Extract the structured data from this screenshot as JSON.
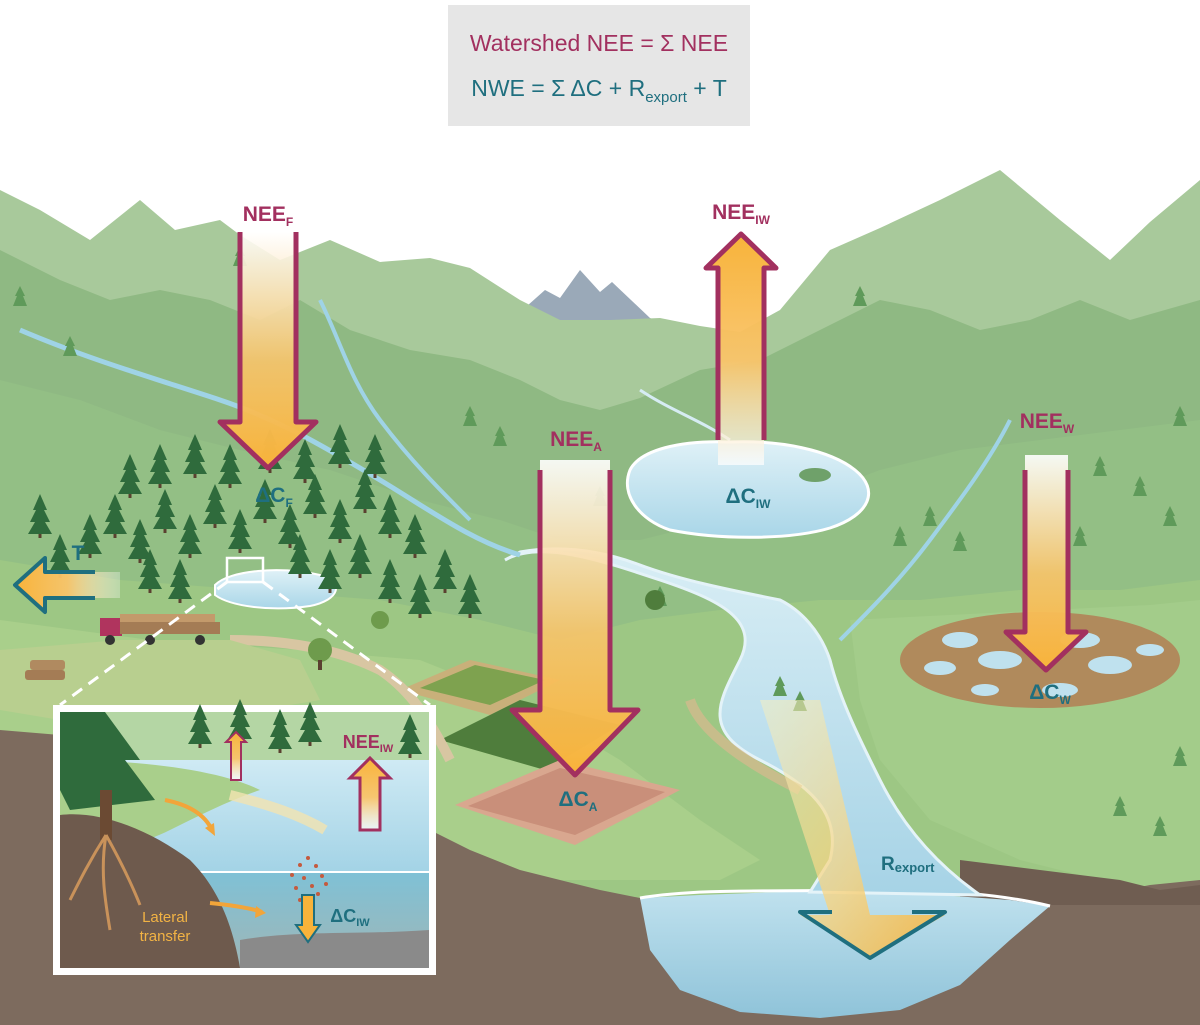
{
  "equations": {
    "line1": "Watershed NEE = Σ NEE",
    "line2_prefix": "NWE = Σ ΔC + R",
    "line2_sub": "export",
    "line2_suffix": " + T"
  },
  "labels": {
    "nee_f": {
      "main": "NEE",
      "sub": "F"
    },
    "nee_iw": {
      "main": "NEE",
      "sub": "IW"
    },
    "nee_a": {
      "main": "NEE",
      "sub": "A"
    },
    "nee_w": {
      "main": "NEE",
      "sub": "W"
    },
    "dc_f": {
      "main": "ΔC",
      "sub": "F"
    },
    "dc_iw": {
      "main": "ΔC",
      "sub": "IW"
    },
    "dc_a": {
      "main": "ΔC",
      "sub": "A"
    },
    "dc_w": {
      "main": "ΔC",
      "sub": "W"
    },
    "t": "T",
    "r_export": {
      "main": "R",
      "sub": "export"
    }
  },
  "inset": {
    "nee_iw": {
      "main": "NEE",
      "sub": "IW"
    },
    "dc_iw": {
      "main": "ΔC",
      "sub": "IW"
    },
    "lateral_line1": "Lateral",
    "lateral_line2": "transfer"
  },
  "colors": {
    "nee_text": "#a2305f",
    "dc_text": "#1f6f7f",
    "arrow_fill": "#f8b33a",
    "arrow_stroke": "#a2305f",
    "export_stroke": "#1f6f7f"
  }
}
